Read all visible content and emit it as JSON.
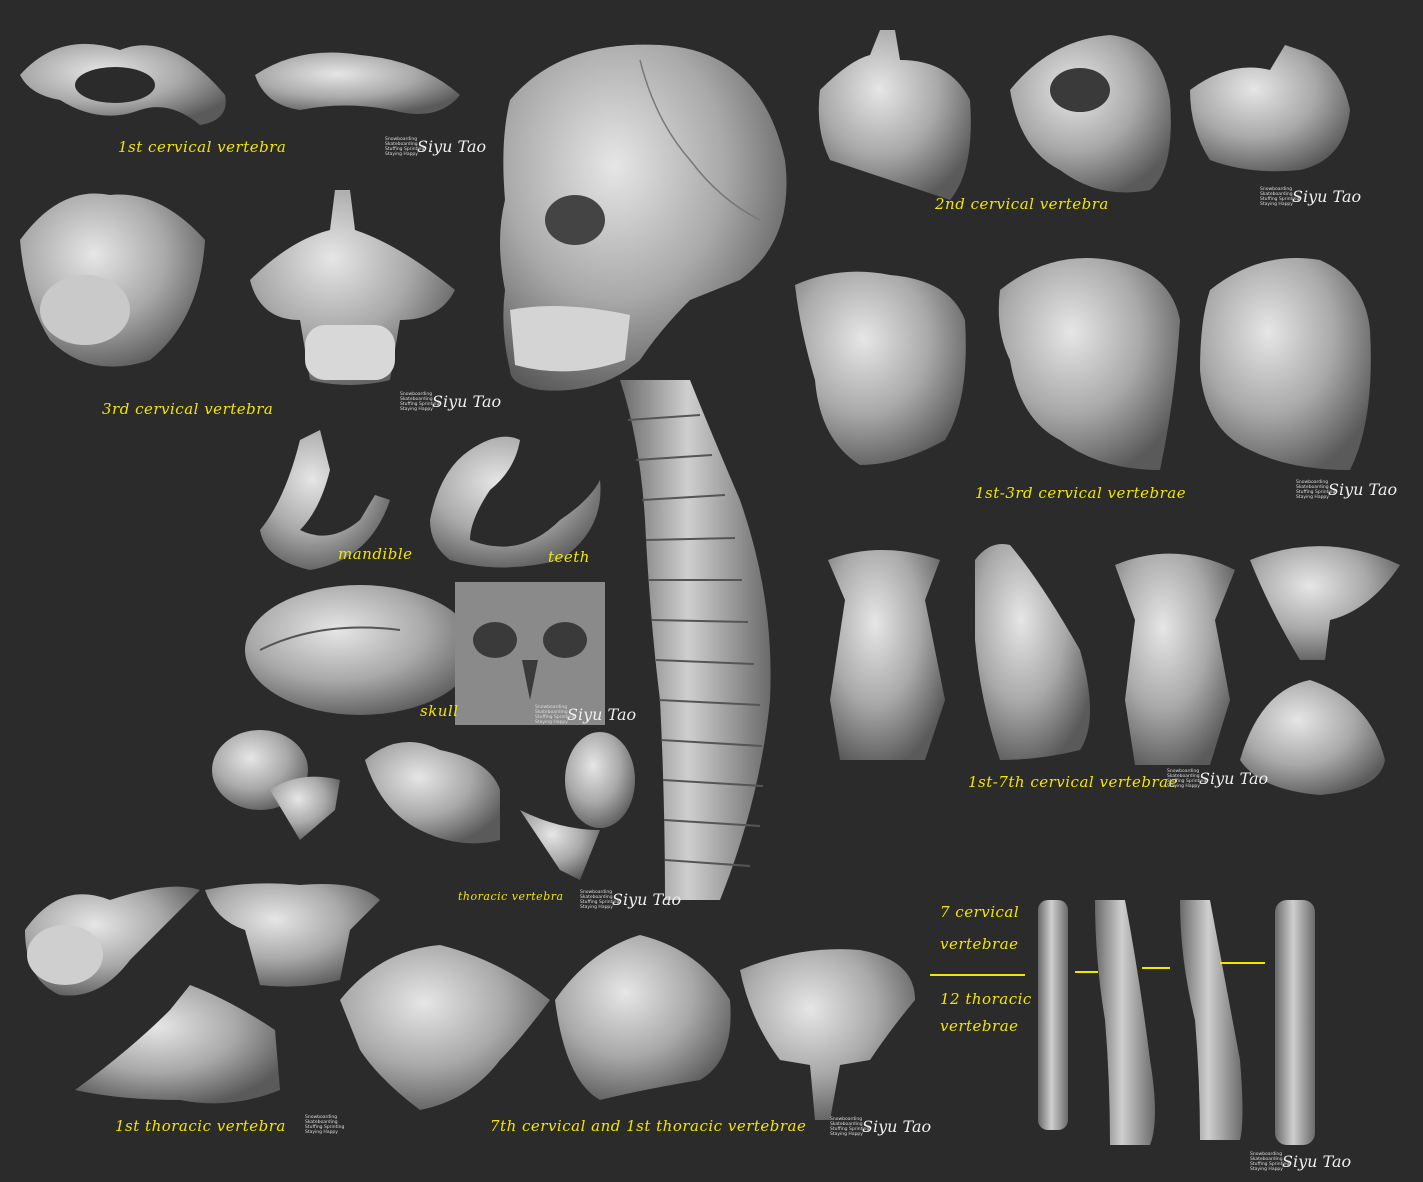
{
  "labels": {
    "c1": "1st cervical vertebra",
    "c2": "2nd cervical vertebra",
    "c3": "3rd cervical vertebra",
    "c1_c3": "1st-3rd cervical vertebrae",
    "mandible": "mandible",
    "teeth": "teeth",
    "skull": "skull",
    "c1_c7": "1st-7th cervical vertebrae",
    "thoracic": "thoracic vertebra",
    "t1": "1st thoracic vertebra",
    "c7_t1": "7th cervical and 1st thoracic vertebrae",
    "seven_cervical_1": "7 cervical",
    "seven_cervical_2": "vertebrae",
    "twelve_thoracic_1": "12 thoracic",
    "twelve_thoracic_2": "vertebrae"
  },
  "signature": {
    "line1": "Snowboarding",
    "line2": "Skateboarding",
    "line3": "Stuffing Sprinting",
    "line4": "Staying Happy",
    "name": "Siyu Tao"
  },
  "colors": {
    "background": "#2b2b2b",
    "label": "#f2e600",
    "bone": "#b8b8b8",
    "bone_shadow": "#6e6e6e"
  }
}
